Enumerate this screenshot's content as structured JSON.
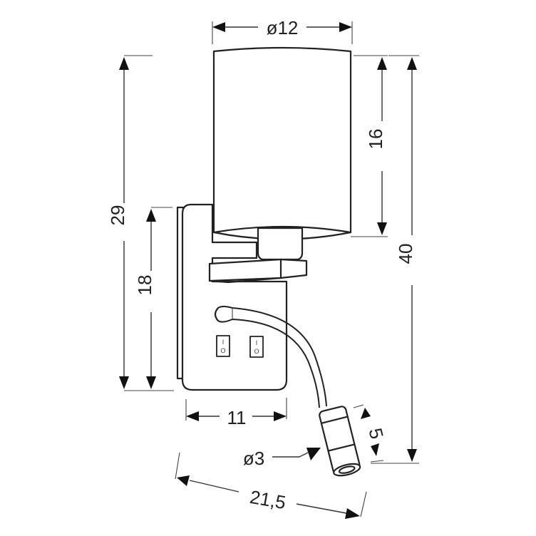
{
  "drawing": {
    "subject": "wall-lamp-with-reading-light",
    "dimensions": {
      "shade_diameter": "ø12",
      "shade_height": "16",
      "total_height": "40",
      "wall_to_shade_top": "29",
      "backplate_height": "18",
      "backplate_width": "11",
      "total_depth": "21,5",
      "spot_diameter": "ø3",
      "spot_length": "5"
    },
    "switches": [
      {
        "on": "I",
        "off": "O"
      },
      {
        "on": "I",
        "off": "O"
      }
    ],
    "colors": {
      "line": "#222222",
      "background": "#ffffff"
    }
  }
}
